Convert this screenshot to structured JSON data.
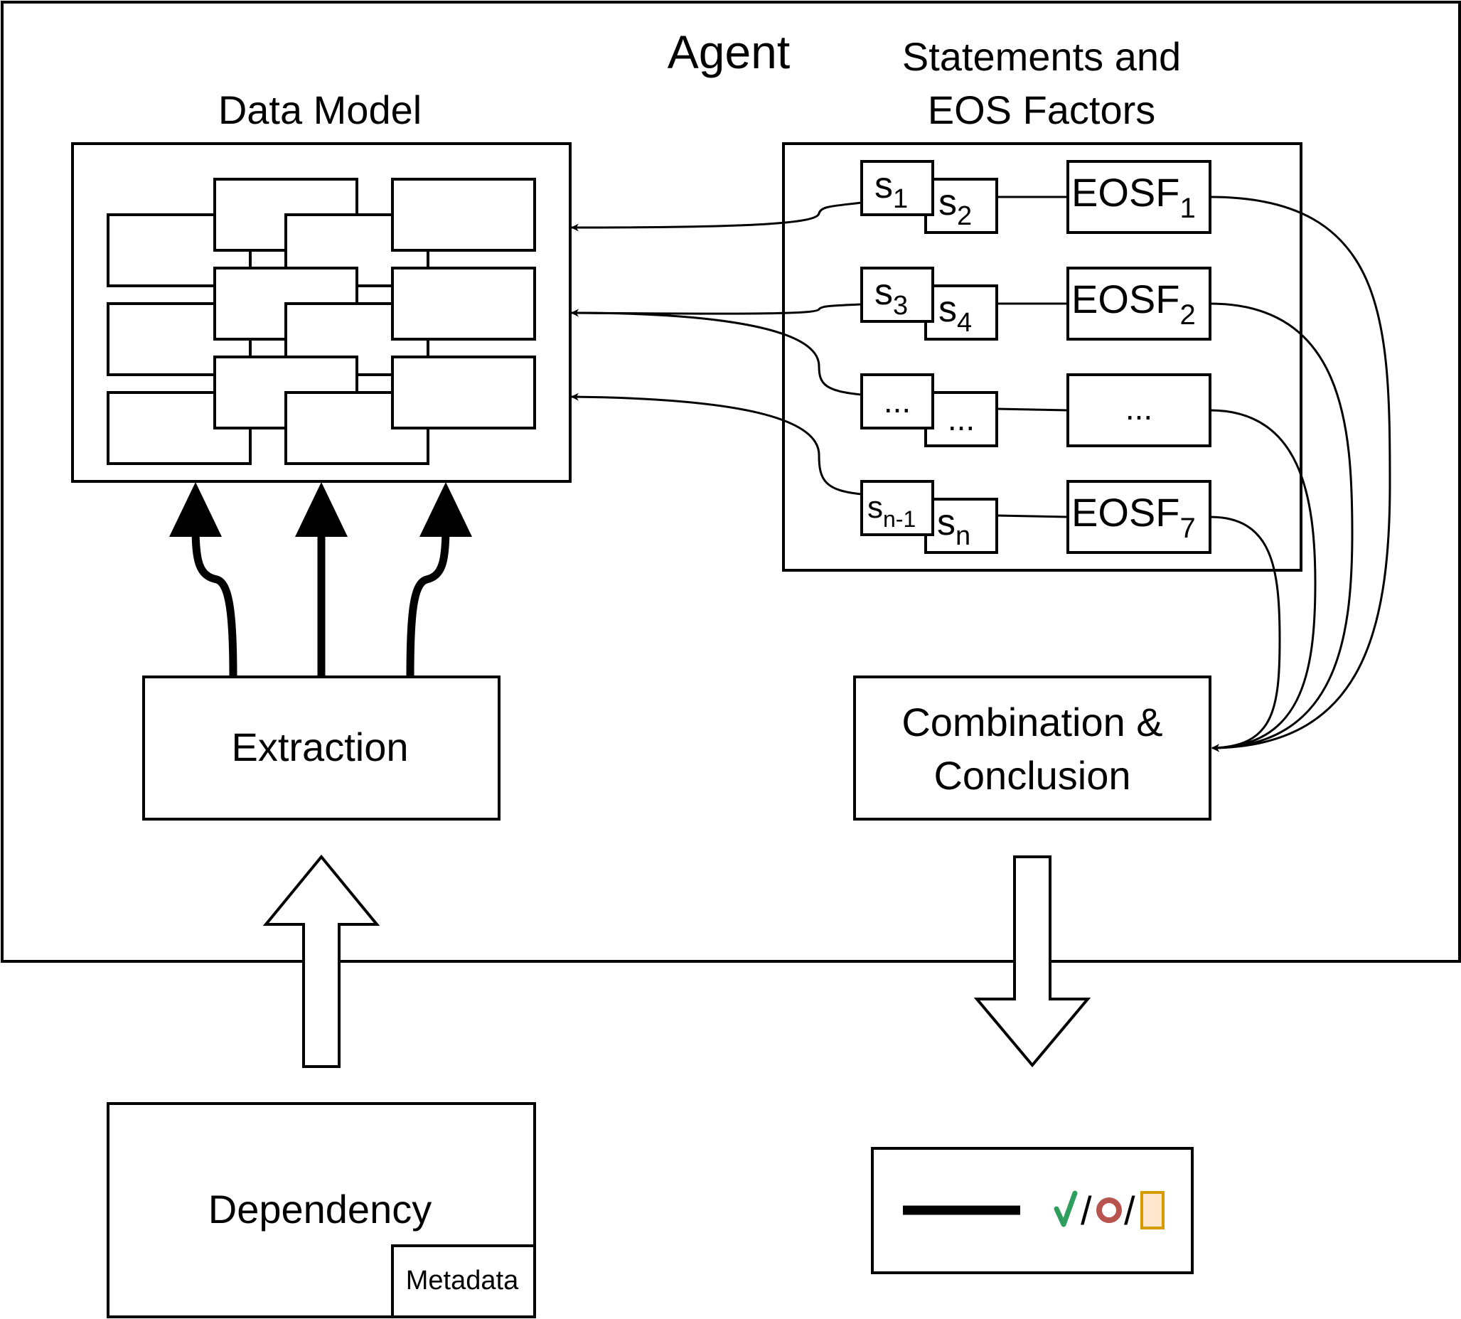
{
  "labels": {
    "agent": "Agent",
    "data_model": "Data Model",
    "statements_line1": "Statements and",
    "statements_line2": "EOS Factors",
    "extraction": "Extraction",
    "combination_line1": "Combination &",
    "combination_line2": "Conclusion",
    "dependency": "Dependency",
    "metadata": "Metadata",
    "separator": "/"
  },
  "statements": [
    {
      "left_base": "s",
      "left_sub": "1",
      "right_base": "s",
      "right_sub": "2",
      "factor_base": "EOSF",
      "factor_sub": "1"
    },
    {
      "left_base": "s",
      "left_sub": "3",
      "right_base": "s",
      "right_sub": "4",
      "factor_base": "EOSF",
      "factor_sub": "2"
    },
    {
      "left_base": "...",
      "left_sub": "",
      "right_base": "...",
      "right_sub": "",
      "factor_base": "...",
      "factor_sub": ""
    },
    {
      "left_base": "s",
      "left_sub": "n-1",
      "right_base": "s",
      "right_sub": "n",
      "factor_base": "EOSF",
      "factor_sub": "7"
    }
  ],
  "result_icons": [
    "check-icon",
    "circle-icon",
    "rectangle-icon"
  ],
  "colors": {
    "check": "#2e9e5e",
    "circle": "#b85450",
    "rect_fill": "#ffe6cc",
    "rect_stroke": "#d79b00"
  }
}
